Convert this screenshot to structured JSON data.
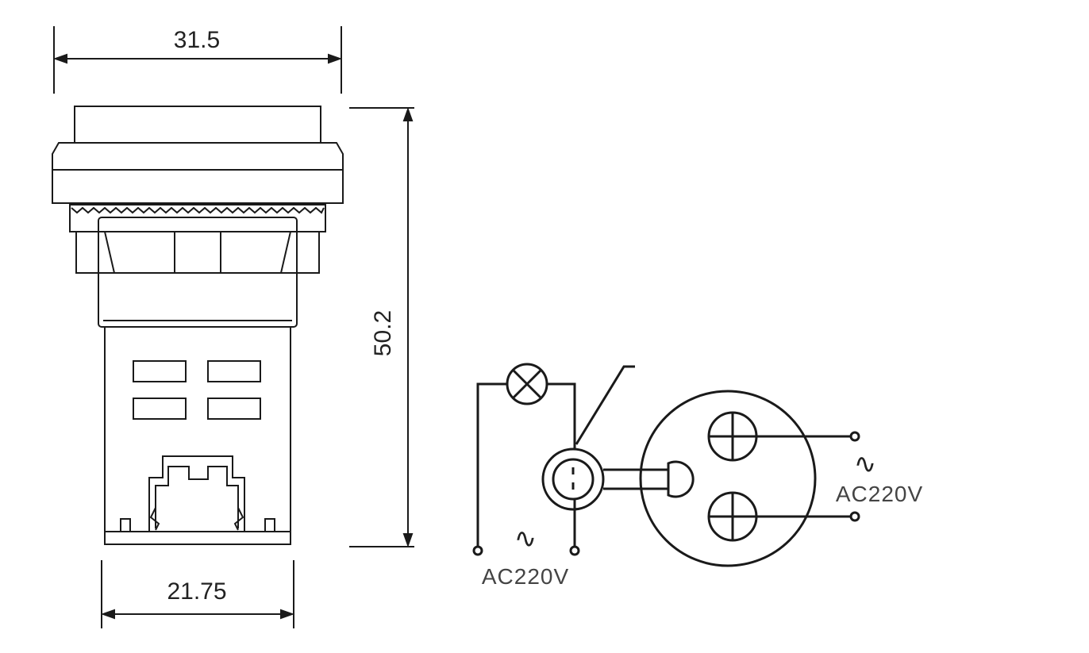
{
  "dimensions": {
    "top_width": "31.5",
    "height": "50.2",
    "bottom_width": "21.75"
  },
  "wiring": {
    "left_supply": {
      "symbol": "∿",
      "label": "AC220V"
    },
    "right_supply": {
      "symbol": "∿",
      "label": "AC220V"
    }
  },
  "colors": {
    "line": "#1a1a1a",
    "dim_text": "#222222",
    "label_text": "#444444",
    "background": "#ffffff"
  },
  "icons": {
    "lamp": "lamp-cross-circle-icon",
    "terminal": "terminal-screw-icon",
    "switch_contact": "switch-contact-icon"
  }
}
